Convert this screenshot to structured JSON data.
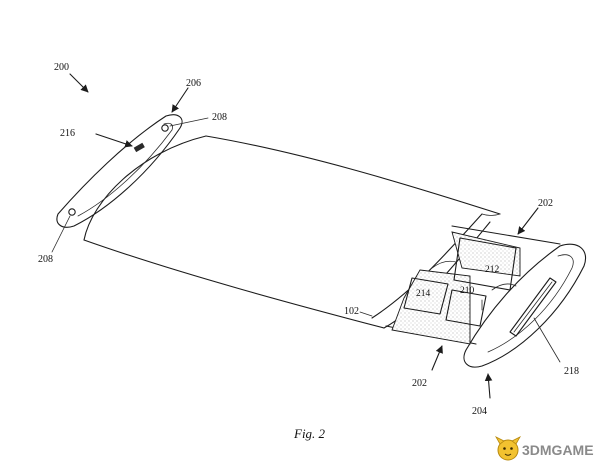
{
  "figure": {
    "caption": "Fig. 2",
    "reference_numerals": {
      "device": "200",
      "end_cap_left": "206",
      "button_top": "208",
      "button_bottom": "208",
      "port_left": "216",
      "display": "102",
      "tray_top": "202",
      "tray_bottom": "202",
      "end_cap_right": "204",
      "port_right": "218",
      "component_212": "212",
      "component_214": "214",
      "component_210": "210"
    }
  },
  "watermark": {
    "text": "3DMGAME"
  }
}
